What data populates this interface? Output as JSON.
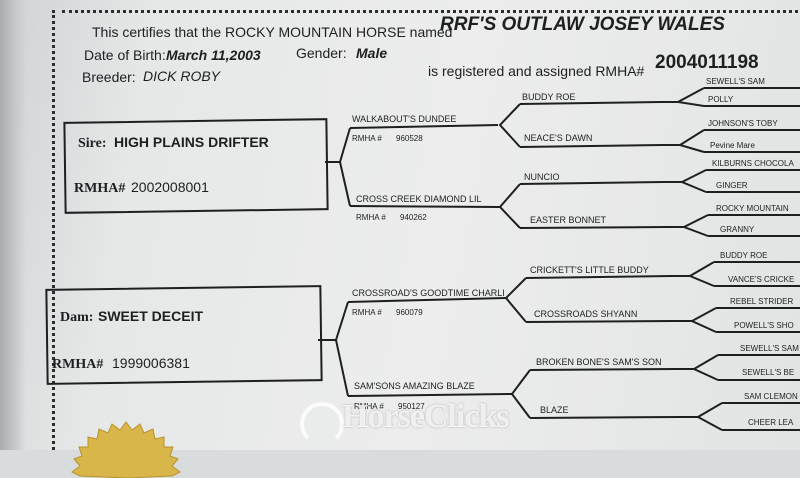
{
  "certificate": {
    "line1_prefix": "This certifies that the ROCKY MOUNTAIN HORSE named",
    "horse_name": "RRF'S OUTLAW JOSEY WALES",
    "dob_label": "Date of Birth:",
    "dob_value": "March 11,2003",
    "gender_label": "Gender:",
    "gender_value": "Male",
    "breeder_label": "Breeder:",
    "breeder_value": "DICK ROBY",
    "registered_text": "is registered and assigned RMHA#",
    "registration_number": "2004011198"
  },
  "sire": {
    "label": "Sire:",
    "name": "HIGH PLAINS DRIFTER",
    "reg_label": "RMHA#",
    "reg_value": "2002008001"
  },
  "dam": {
    "label": "Dam:",
    "name": "SWEET DECEIT",
    "reg_label": "RMHA#",
    "reg_value": "1999006381"
  },
  "pedigree": {
    "rmha_label": "RMHA #",
    "sire_sire": {
      "name": "WALKABOUT'S DUNDEE",
      "reg": "960528"
    },
    "sire_dam": {
      "name": "CROSS CREEK DIAMOND LIL",
      "reg": "940262"
    },
    "dam_sire": {
      "name": "CROSSROAD'S GOODTIME CHARLI",
      "reg": "960079"
    },
    "dam_dam": {
      "name": "SAM'SONS AMAZING BLAZE",
      "reg": "950127"
    },
    "gen3": [
      "BUDDY ROE",
      "NEACE'S DAWN",
      "NUNCIO",
      "EASTER BONNET",
      "CRICKETT'S LITTLE BUDDY",
      "CROSSROADS SHYANN",
      "BROKEN BONE'S SAM'S SON",
      "BLAZE"
    ],
    "gen4": [
      "SEWELL'S SAM",
      "POLLY",
      "JOHNSON'S TOBY",
      "Pevine Mare",
      "KILBURNS CHOCOLA",
      "GINGER",
      "ROCKY MOUNTAIN",
      "GRANNY",
      "BUDDY ROE",
      "VANCE'S CRICKE",
      "REBEL STRIDER",
      "POWELL'S SHO",
      "SEWELL'S SAM",
      "SEWELL'S BE",
      "SAM CLEMON",
      "CHEER LEA"
    ]
  },
  "watermark": "HorseClicks",
  "colors": {
    "paper": "#e8e9e9",
    "ink": "#1d1f21"
  }
}
